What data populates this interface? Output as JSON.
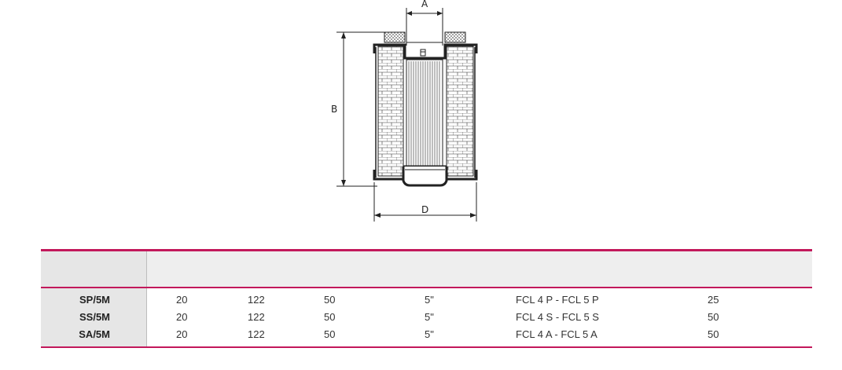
{
  "dimensions": {
    "a": "A",
    "b": "B",
    "d": "D"
  },
  "table": {
    "rows": [
      {
        "code": "SP/5M",
        "v1": "20",
        "v2": "122",
        "v3": "50",
        "v4": "5\"",
        "v5": "FCL 4 P - FCL 5 P",
        "v6": "25"
      },
      {
        "code": "SS/5M",
        "v1": "20",
        "v2": "122",
        "v3": "50",
        "v4": "5\"",
        "v5": "FCL 4 S - FCL 5 S",
        "v6": "50"
      },
      {
        "code": "SA/5M",
        "v1": "20",
        "v2": "122",
        "v3": "50",
        "v4": "5\"",
        "v5": "FCL 4 A - FCL 5 A",
        "v6": "50"
      }
    ]
  },
  "colors": {
    "accent_rule": "#c2185b",
    "header_band": "#eeeeee"
  }
}
